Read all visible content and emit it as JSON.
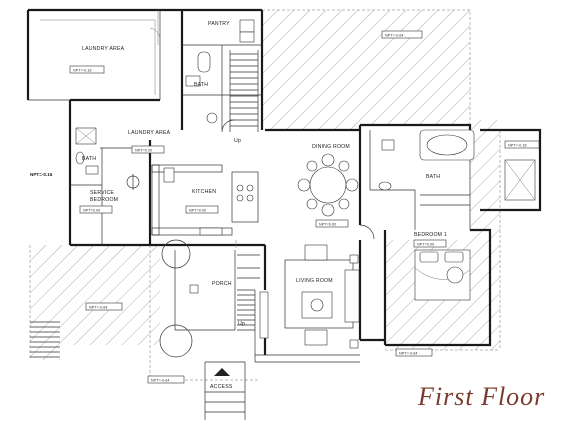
{
  "title": "First Floor",
  "rooms": {
    "pantry": "PANTRY",
    "laundry_upper": "LAUNDRY AREA",
    "bath_upper": "BATH",
    "laundry_lower": "LAUNDRY AREA",
    "bath_service": "BATH",
    "service_bedroom_line1": "SERVICE",
    "service_bedroom_line2": "BEDROOM",
    "kitchen": "KITCHEN",
    "dining_room": "DINING ROOM",
    "bath_master": "BATH",
    "bedroom1": "BEDROOM 1",
    "living_room": "LIVING ROOM",
    "porch": "PORCH",
    "access": "ACCESS"
  },
  "stair_labels": {
    "stair_main": "Up",
    "stair_porch": "Up"
  },
  "levels": {
    "npt_064_top": "NPT=-0.64",
    "npt_018_laundry": "NPT=-0.18",
    "npt_000_laundry": "NPT=0.00",
    "npt_000_service": "NPT=0.00",
    "npt_000_kitchen": "NPT=0.00",
    "npt_000_dining": "NPT=0.00",
    "npt_018_bath": "NPT=-0.18",
    "npt_000_bedroom": "NPT=0.00",
    "npt_064_left": "NPT=-0.64",
    "npt_064_bottom": "NPT=-0.64",
    "npt_064_right": "NPT=-0.64"
  },
  "side_dim": "NPT=-0.16"
}
